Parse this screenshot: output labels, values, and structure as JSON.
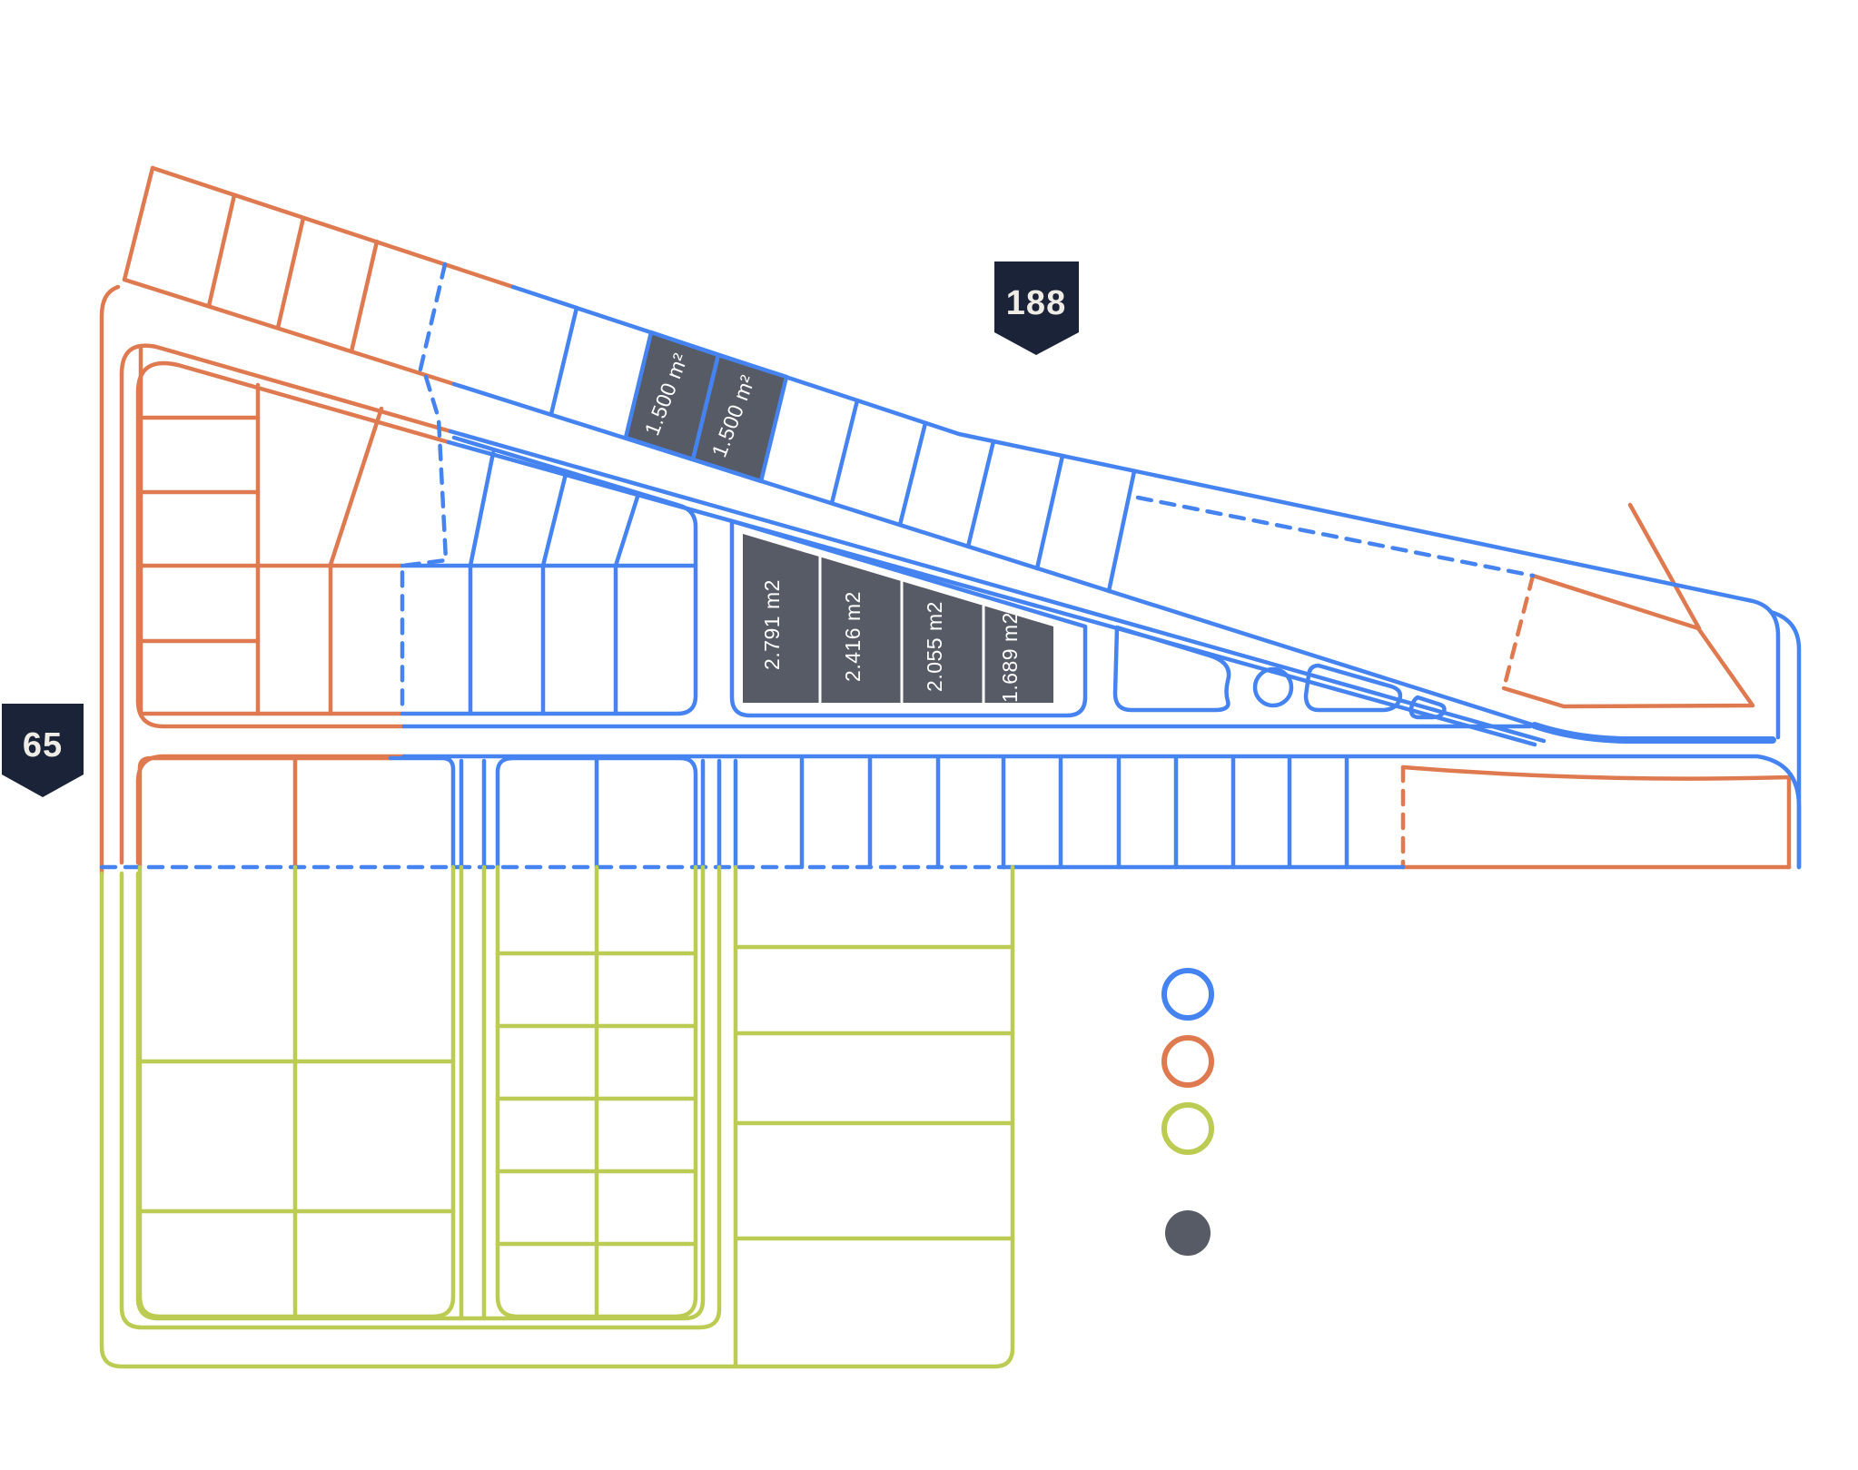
{
  "plan": {
    "badges": {
      "major": "188",
      "minor": "65"
    },
    "featured_plots_upper": [
      {
        "label": "1.500 m²"
      },
      {
        "label": "1.500 m²"
      }
    ],
    "featured_plots_lower": [
      {
        "label": "2.791 m2"
      },
      {
        "label": "2.416 m2"
      },
      {
        "label": "2.055 m2"
      },
      {
        "label": "1.689 m2"
      }
    ],
    "legend": [
      {
        "name": "zone-blue",
        "color": "#4584F0",
        "style": "outline"
      },
      {
        "name": "zone-orange",
        "color": "#DF7A50",
        "style": "outline"
      },
      {
        "name": "zone-green",
        "color": "#BCCB52",
        "style": "outline"
      },
      {
        "name": "highlighted-plots",
        "color": "#575B66",
        "style": "filled"
      }
    ],
    "colors": {
      "blue": "#4584F0",
      "orange": "#DF7A50",
      "green": "#BCCB52",
      "dark": "#575B66",
      "navy": "#1A2338",
      "label_text": "#FFFFFF",
      "badge_text": "#EFECE6",
      "background": "#FFFFFF"
    }
  }
}
